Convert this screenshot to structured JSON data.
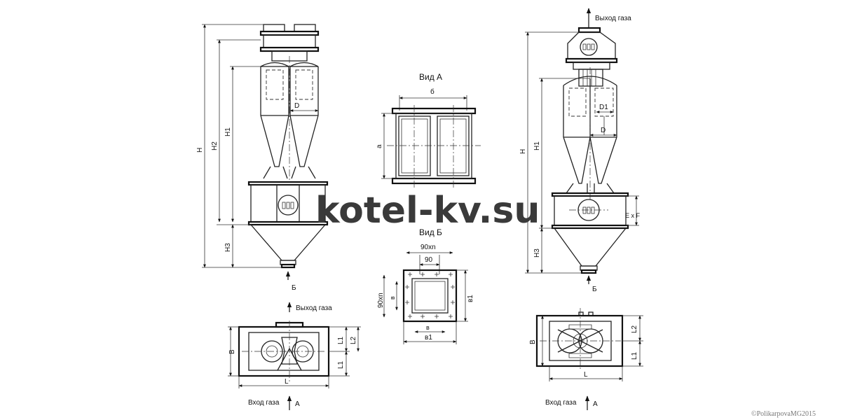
{
  "watermark": "kotel-kv.su",
  "copyright": "©PolikarpovaMG2015",
  "views": {
    "front": {
      "dims": [
        "H",
        "H2",
        "H1",
        "H3",
        "D"
      ],
      "arrow_label": "Б"
    },
    "view_a": {
      "title": "Вид А",
      "width_label": "б",
      "height_label": "а"
    },
    "view_b": {
      "title": "Вид Б",
      "labels": [
        "90хn",
        "90",
        "90хn",
        "в",
        "в1",
        "в",
        "в1"
      ]
    },
    "plan_left": {
      "outlet_label": "Выход газа",
      "inlet_label": "Вход газа",
      "inlet_arrow": "А",
      "dims": [
        "B",
        "L",
        "L1",
        "L2",
        "L1"
      ]
    },
    "side": {
      "outlet_label": "Выход газа",
      "dims": [
        "H",
        "H1",
        "H3",
        "D1",
        "D",
        "E x F"
      ],
      "arrow_label": "Б"
    },
    "plan_right": {
      "inlet_label": "Вход газа",
      "inlet_arrow": "А",
      "dims": [
        "B",
        "L",
        "L2",
        "L1"
      ]
    }
  }
}
